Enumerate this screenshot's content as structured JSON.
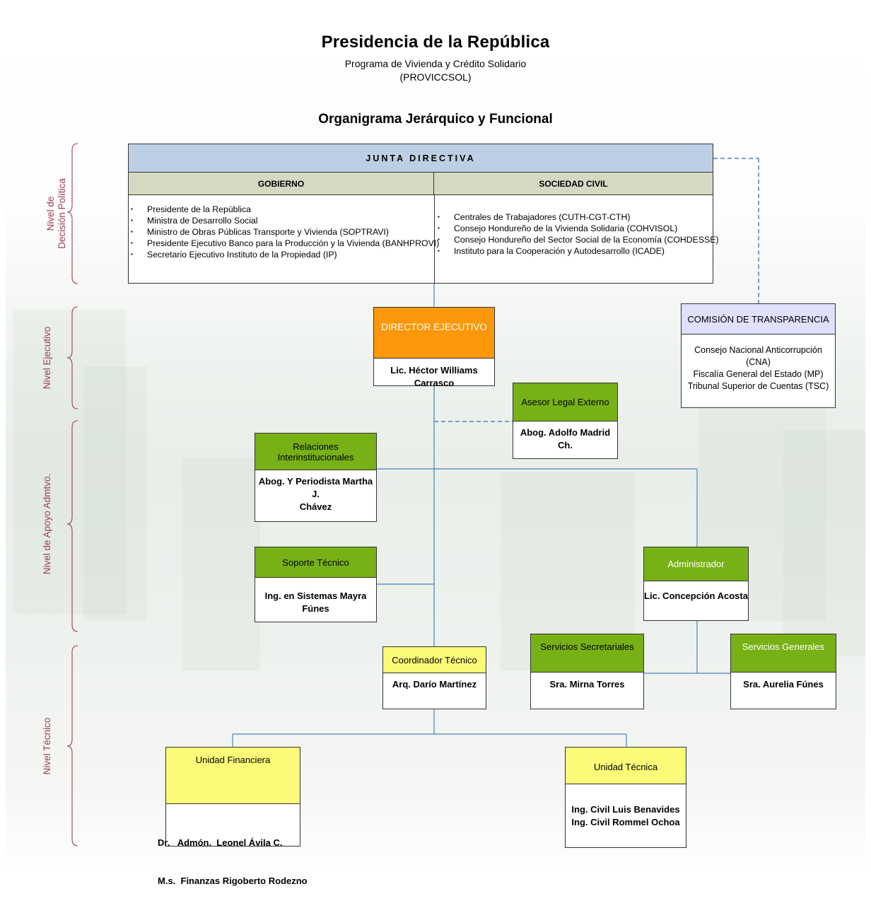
{
  "header": {
    "title": "Presidencia de la República",
    "subtitle_line1": "Programa de Vivienda y Crédito Solidario",
    "subtitle_line2": "(PROVICCSOL)",
    "chart_title": "Organigrama Jerárquico y Funcional"
  },
  "levels": {
    "decision_line1": "Nivel de",
    "decision_line2": "Decisión Política",
    "ejecutivo": "Nivel Ejecutivo",
    "apoyo": "Nivel de Apoyo Admtvo.",
    "tecnico": "Nivel Técnico"
  },
  "junta": {
    "title": "JUNTA DIRECTIVA",
    "gobierno": {
      "header": "GOBIERNO",
      "items": [
        "Presidente de la República",
        "Ministra de Desarrollo Social",
        "Ministro de Obras Públicas Transporte y Vivienda (SOPTRAVI)",
        "Presidente Ejecutivo Banco para la Producción y la Vivienda (BANHPROVI)",
        "Secretario Ejecutivo Instituto de la Propiedad (IP)"
      ]
    },
    "sociedad": {
      "header": "SOCIEDAD CIVIL",
      "items": [
        "Centrales de Trabajadores (CUTH-CGT-CTH)",
        "Consejo Hondureño de la Vivienda Solidaria (COHVISOL)",
        "Consejo Hondureño del Sector Social de la Economía (COHDESSE)",
        "Instituto para la Cooperación y Autodesarrollo (ICADE)"
      ]
    }
  },
  "transparencia": {
    "title": "COMISIÓN DE TRANSPARENCIA",
    "lines": [
      "Consejo Nacional Anticorrupción (CNA)",
      "Fiscalía General del Estado (MP)",
      "Tribunal Superior de Cuentas (TSC)"
    ]
  },
  "director": {
    "title": "DIRECTOR EJECUTIVO",
    "name": "Lic. Héctor Williams Carrasco"
  },
  "asesor": {
    "title": "Asesor Legal Externo",
    "name": "Abog. Adolfo Madrid Ch."
  },
  "relaciones": {
    "title": "Relaciones Interinstitucionales",
    "name_line1": "Abog. Y Periodista Martha J.",
    "name_line2": "Chávez"
  },
  "soporte": {
    "title": "Soporte Técnico",
    "name": "Ing. en Sistemas Mayra Fúnes"
  },
  "administrador": {
    "title": "Administrador",
    "name": "Lic. Concepción Acosta"
  },
  "coordinador": {
    "title": "Coordinador Técnico",
    "name": "Arq. Darío Martínez"
  },
  "secretariales": {
    "title": "Servicios Secretariales",
    "name": "Sra. Mirna Torres"
  },
  "generales": {
    "title": "Servicios Generales",
    "name": "Sra. Aurelia Fúnes"
  },
  "financiera": {
    "title": "Unidad Financiera",
    "name_line1": "Dr.   Admón.  Leonel Ávila C.",
    "name_line2": "M.s.  Finanzas Rigoberto Rodezno"
  },
  "tecnica": {
    "title": "Unidad Técnica",
    "name_line1": "Ing. Civil Luis Benavides",
    "name_line2": "Ing. Civil Rommel Ochoa"
  },
  "colors": {
    "green": "#77b116",
    "yellow": "#fbfb79",
    "orange": "#fb970a",
    "lavender": "#dfe0fb",
    "header_blue": "#bccfe4",
    "header_khaki": "#d6d9c2",
    "line_blue": "#4f81bd",
    "level_label": "#a23b55"
  }
}
